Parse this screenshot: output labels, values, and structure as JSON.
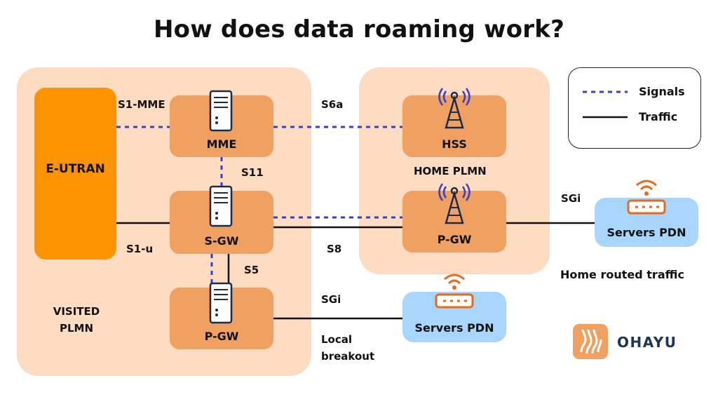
{
  "title": "How does data roaming work?",
  "regions": {
    "visited_label_line1": "VISITED",
    "visited_label_line2": "PLMN",
    "home_label": "HOME PLMN"
  },
  "nodes": {
    "eutran": "E-UTRAN",
    "mme": "MME",
    "sgw": "S-GW",
    "pgw_visited": "P-GW",
    "hss": "HSS",
    "pgw_home": "P-GW",
    "servers_pdn_local": "Servers PDN",
    "servers_pdn_home": "Servers PDN"
  },
  "interfaces": {
    "s1_mme": "S1-MME",
    "s6a": "S6a",
    "s11": "S11",
    "s1_u": "S1-u",
    "s8": "S8",
    "s5": "S5",
    "sgi_local": "SGi",
    "sgi_home": "SGi"
  },
  "notes": {
    "local_breakout_line1": "Local",
    "local_breakout_line2": "breakout",
    "home_routed": "Home routed traffic"
  },
  "legend": {
    "signals": "Signals",
    "traffic": "Traffic"
  },
  "logo": {
    "text": "OHAYU"
  },
  "colors": {
    "region_fill": "#fddcc2",
    "node_fill": "#f0a060",
    "eutran_fill": "#fb9400",
    "pdn_fill": "#a7d5fb",
    "signal_line": "#3340c8",
    "traffic_line": "#111111",
    "icon_dark": "#1e2a4a",
    "icon_accent": "#e86a1a",
    "antenna_blue": "#3340c8"
  },
  "icons": {
    "mme": "server-icon",
    "sgw": "server-icon",
    "pgw_visited": "server-icon",
    "hss": "antenna-tower-icon",
    "pgw_home": "antenna-tower-icon",
    "servers_pdn": "router-wifi-icon",
    "logo": "ohayu-logo-icon"
  }
}
